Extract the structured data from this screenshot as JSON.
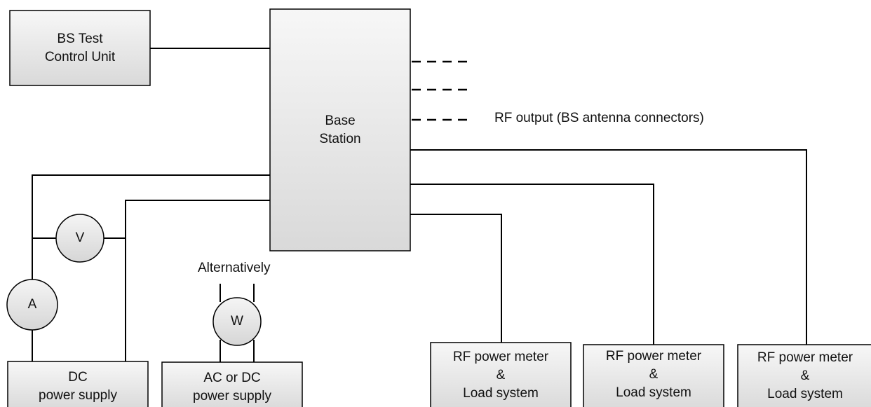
{
  "diagram": {
    "test_control_unit": {
      "line1": "BS Test",
      "line2": "Control Unit"
    },
    "base_station": {
      "line1": "Base",
      "line2": "Station"
    },
    "rf_output_label": "RF output (BS antenna connectors)",
    "voltmeter": "V",
    "ammeter": "A",
    "wattmeter": "W",
    "alternatively_label": "Alternatively",
    "dc_supply": {
      "line1": "DC",
      "line2": "power supply"
    },
    "ac_dc_supply": {
      "line1": "AC or DC",
      "line2": "power supply"
    },
    "rf_meters": [
      {
        "line1": "RF power meter",
        "line2": "&",
        "line3": "Load system"
      },
      {
        "line1": "RF power meter",
        "line2": "&",
        "line3": "Load system"
      },
      {
        "line1": "RF power meter",
        "line2": "&",
        "line3": "Load system"
      }
    ]
  }
}
